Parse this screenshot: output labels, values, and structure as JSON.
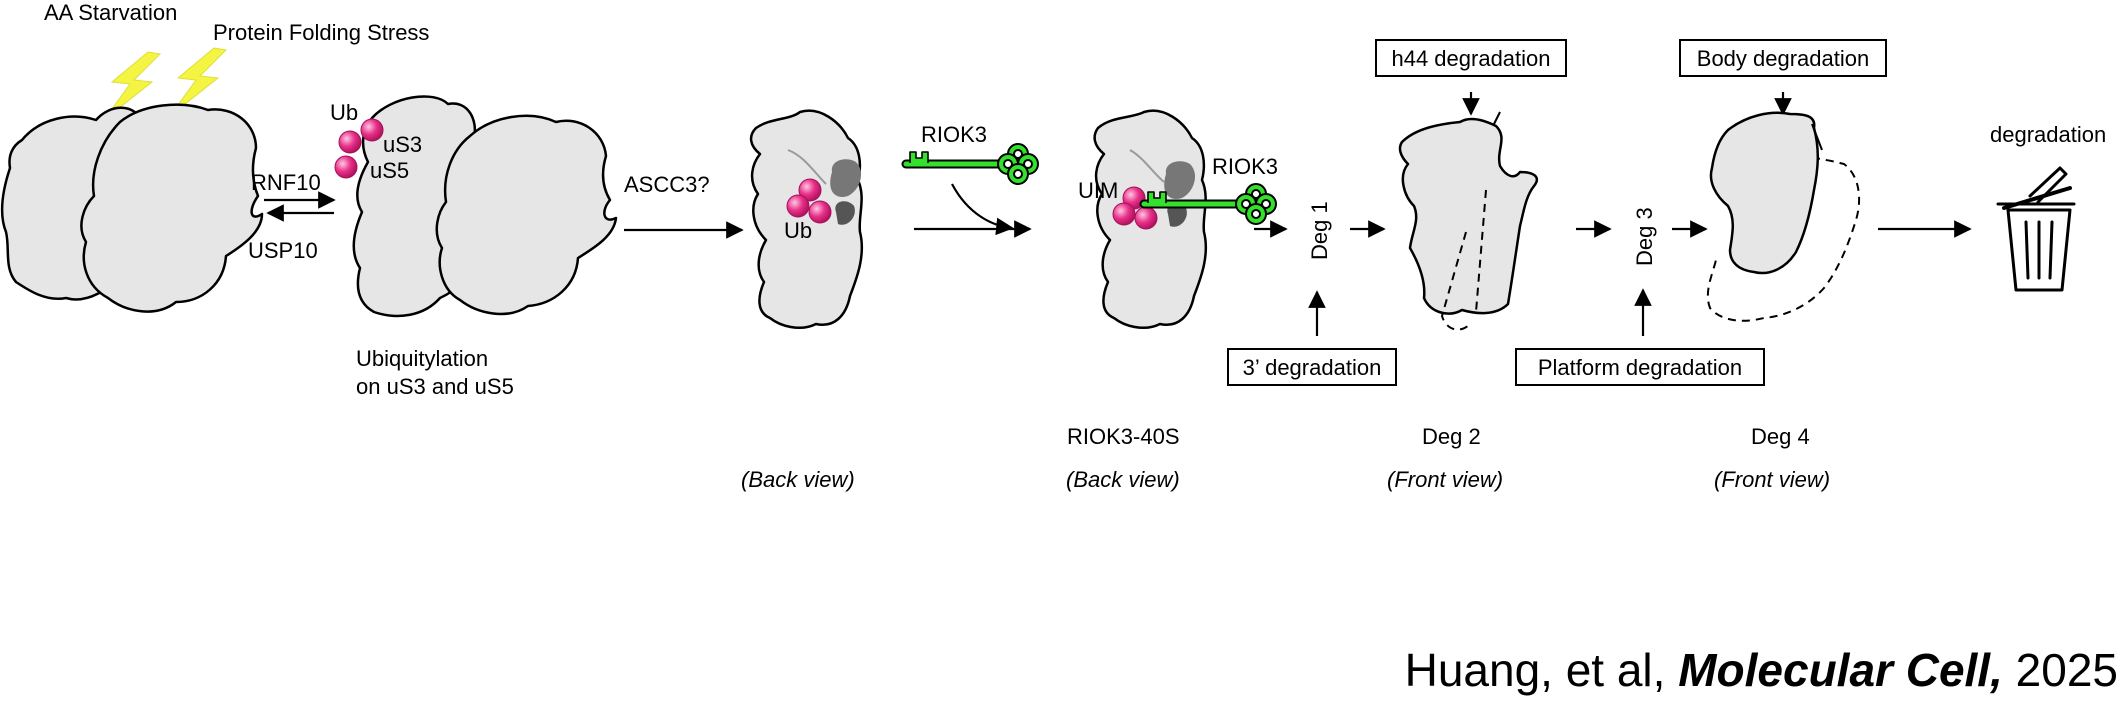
{
  "stressors": {
    "aa": "AA Starvation",
    "protein": "Protein Folding Stress"
  },
  "step1": {
    "forward": "RNF10",
    "reverse": "USP10",
    "ub": "Ub",
    "us3": "uS3",
    "us5": "uS5",
    "caption_line1": "Ubiquitylation",
    "caption_line2": "on uS3 and uS5"
  },
  "step2": {
    "factor": "ASCC3?",
    "ub": "Ub",
    "view": "(Back view)"
  },
  "step3": {
    "factor": "RIOK3",
    "uim": "UIM",
    "riok3_bound": "RIOK3",
    "complex": "RIOK3-40S",
    "view": "(Back view)"
  },
  "deg": {
    "deg1": "Deg 1",
    "three_prime": "3’ degradation",
    "h44": "h44 degradation",
    "deg2": "Deg 2",
    "deg2_view": "(Front view)",
    "deg3": "Deg 3",
    "platform": "Platform degradation",
    "body": "Body degradation",
    "deg4": "Deg 4",
    "deg4_view": "(Front view)",
    "final": "degradation"
  },
  "citation": {
    "authors": "Huang, et al, ",
    "journal": "Molecular Cell,",
    "year": " 2025"
  },
  "colors": {
    "ribosome": "#e6e6e6",
    "ubiquitin": "#e8318a",
    "riok3": "#33e02b",
    "lightning": "#f4f442",
    "dark_feature": "#6e6e6e"
  }
}
